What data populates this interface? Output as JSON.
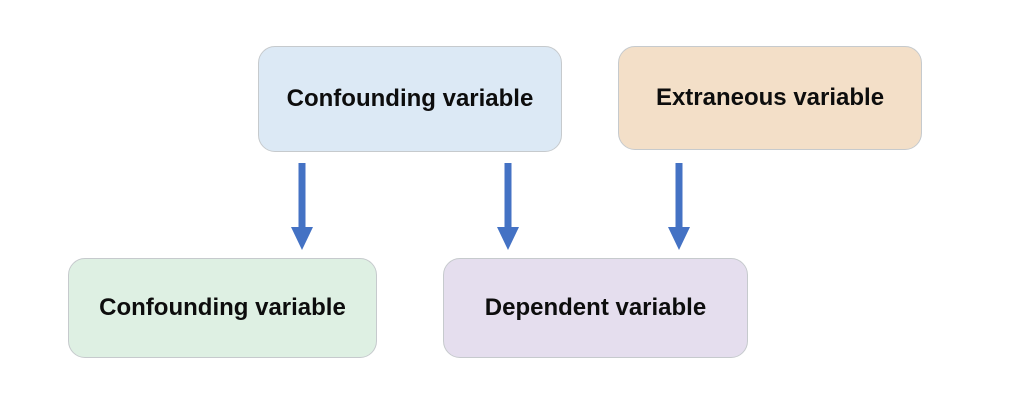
{
  "diagram": {
    "background_color": "#ffffff",
    "text_color": "#0d0d0d",
    "box_border_color": "#c6cacd",
    "arrow_color": "#4472c4",
    "boxes": [
      {
        "label": "Confounding variable",
        "fill": "#dce9f5",
        "position": "top-left"
      },
      {
        "label": "Extraneous variable",
        "fill": "#f3dfc8",
        "position": "top-right"
      },
      {
        "label": "Confounding variable",
        "fill": "#def0e3",
        "position": "bottom-left"
      },
      {
        "label": "Dependent variable",
        "fill": "#e5deee",
        "position": "bottom-center"
      }
    ],
    "arrows": [
      {
        "from": "Confounding variable (top)",
        "to": "Confounding variable (bottom)",
        "direction": "down"
      },
      {
        "from": "Confounding variable (top)",
        "to": "Dependent variable",
        "direction": "down"
      },
      {
        "from": "Extraneous variable",
        "to": "Dependent variable",
        "direction": "down"
      }
    ]
  }
}
